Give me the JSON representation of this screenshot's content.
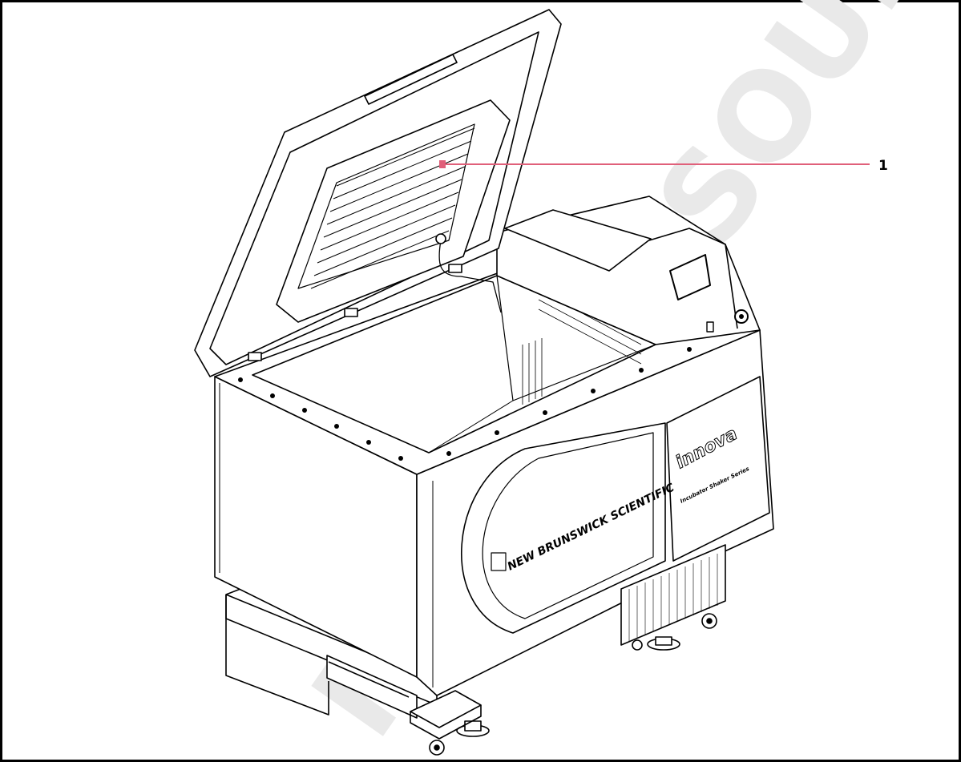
{
  "callout": {
    "number": "1",
    "leader_color": "#e0607a"
  },
  "device_labels": {
    "brand": "NEW BRUNSWICK SCIENTIFIC",
    "logo": "innova",
    "subtitle": "Incubator Shaker Series"
  },
  "watermark": {
    "text": "FOR OUTSOURCER SAMPLE",
    "color": "#e6e6e6"
  },
  "colors": {
    "line": "#000000",
    "frame": "#000000",
    "background": "#ffffff"
  }
}
